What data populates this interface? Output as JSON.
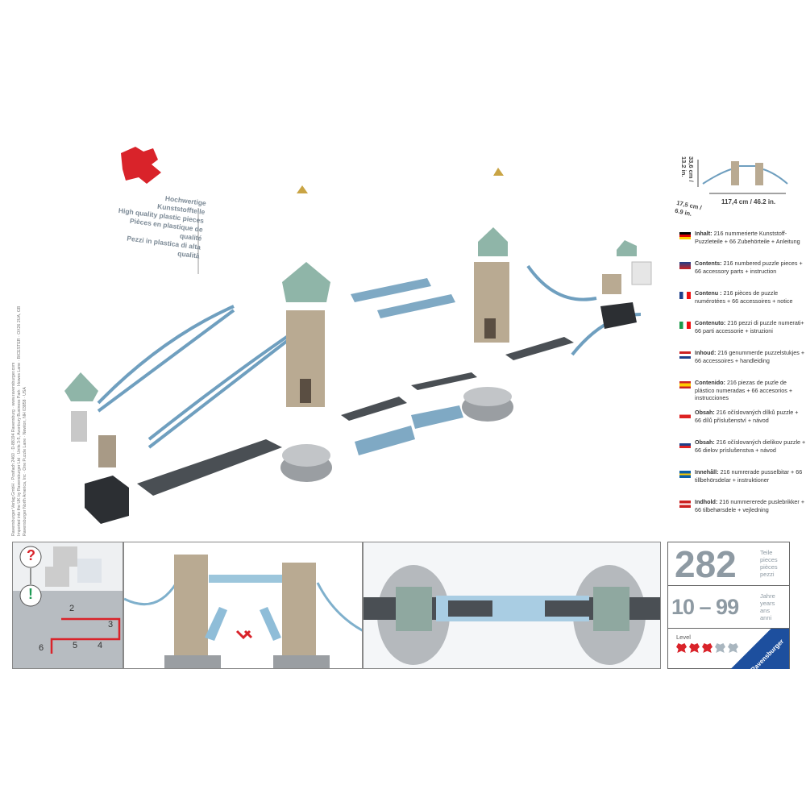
{
  "imprint": [
    "Ravensburger Verlag GmbH · Postfach 2460 · D-88194 Ravensburg · www.ravensburger.com",
    "Imported into the UK by Ravensburger Ltd · Units 3-5, Avonbury Business Park · Howes Lane · BICESTER · OX26 2UA, GB",
    "Ravensburger North America, Inc · One Puzzle Lane · Newton, NH 03858 · USA"
  ],
  "quality_sign": [
    "Hochwertige Kunststoffteile",
    "High quality plastic pieces",
    "Pièces en plastique de qualité",
    "Pezzi in plastica di alta qualità"
  ],
  "dimensions": {
    "height": "33,6 cm / 13.2 in.",
    "length": "117,4 cm / 46.2 in.",
    "depth_cm": "17,5 cm /",
    "depth_in": "6.9 in."
  },
  "languages": [
    {
      "flag": "de",
      "label": "Inhalt:",
      "text": "216 nummerierte Kunststoff-Puzzleteile + 66 Zubehörteile + Anleitung"
    },
    {
      "flag": "gb-us",
      "label": "Contents:",
      "text": "216 numbered puzzle pieces + 66 accessory parts + instruction"
    },
    {
      "flag": "fr",
      "label": "Contenu :",
      "text": "216 pièces de puzzle numérotées + 66 accessoires + notice"
    },
    {
      "flag": "it",
      "label": "Contenuto:",
      "text": "216 pezzi di puzzle numerati+ 66 parti accessorie + istruzioni"
    },
    {
      "flag": "nl",
      "label": "Inhoud:",
      "text": "216 genummerde puzzelstukjes + 66 accessoires + handleiding"
    },
    {
      "flag": "es",
      "label": "Contenido:",
      "text": "216 piezas de puzle de plástico numeradas + 66 accesorios + instrucciones"
    },
    {
      "flag": "cz",
      "label": "Obsah:",
      "text": "216 očíslovaných dílků puzzle + 66 dílů příslušenství + návod"
    },
    {
      "flag": "sk",
      "label": "Obsah:",
      "text": "216 očíslovaných dielikov puzzle + 66 dielov príslušenstva + návod"
    },
    {
      "flag": "se",
      "label": "Innehåll:",
      "text": "216 numrerade pusselbitar + 66 tillbehörsdelar + instruktioner"
    },
    {
      "flag": "dk",
      "label": "Indhold:",
      "text": "216 nummererede puslebrikker + 66 tilbehørsdele + vejledning"
    }
  ],
  "instructions_panel": {
    "numbers": [
      "2",
      "3",
      "4",
      "5",
      "6"
    ],
    "question": "?",
    "answer": "!"
  },
  "info": {
    "pieces": "282",
    "pieces_labels": [
      "Teile",
      "pieces",
      "pièces",
      "pezzi"
    ],
    "age": "10 – 99",
    "age_labels": [
      "Jahre",
      "years",
      "ans",
      "anni"
    ],
    "level_label": "Level",
    "level": 3,
    "level_max": 5,
    "brand": "Ravensburger"
  },
  "colors": {
    "cable": "#6f9fbf",
    "road": "#454a4f",
    "stone": "#b9aa92",
    "brand": "#1d4f9e",
    "level_on": "#d9232a",
    "level_off": "#a9b6bf"
  }
}
